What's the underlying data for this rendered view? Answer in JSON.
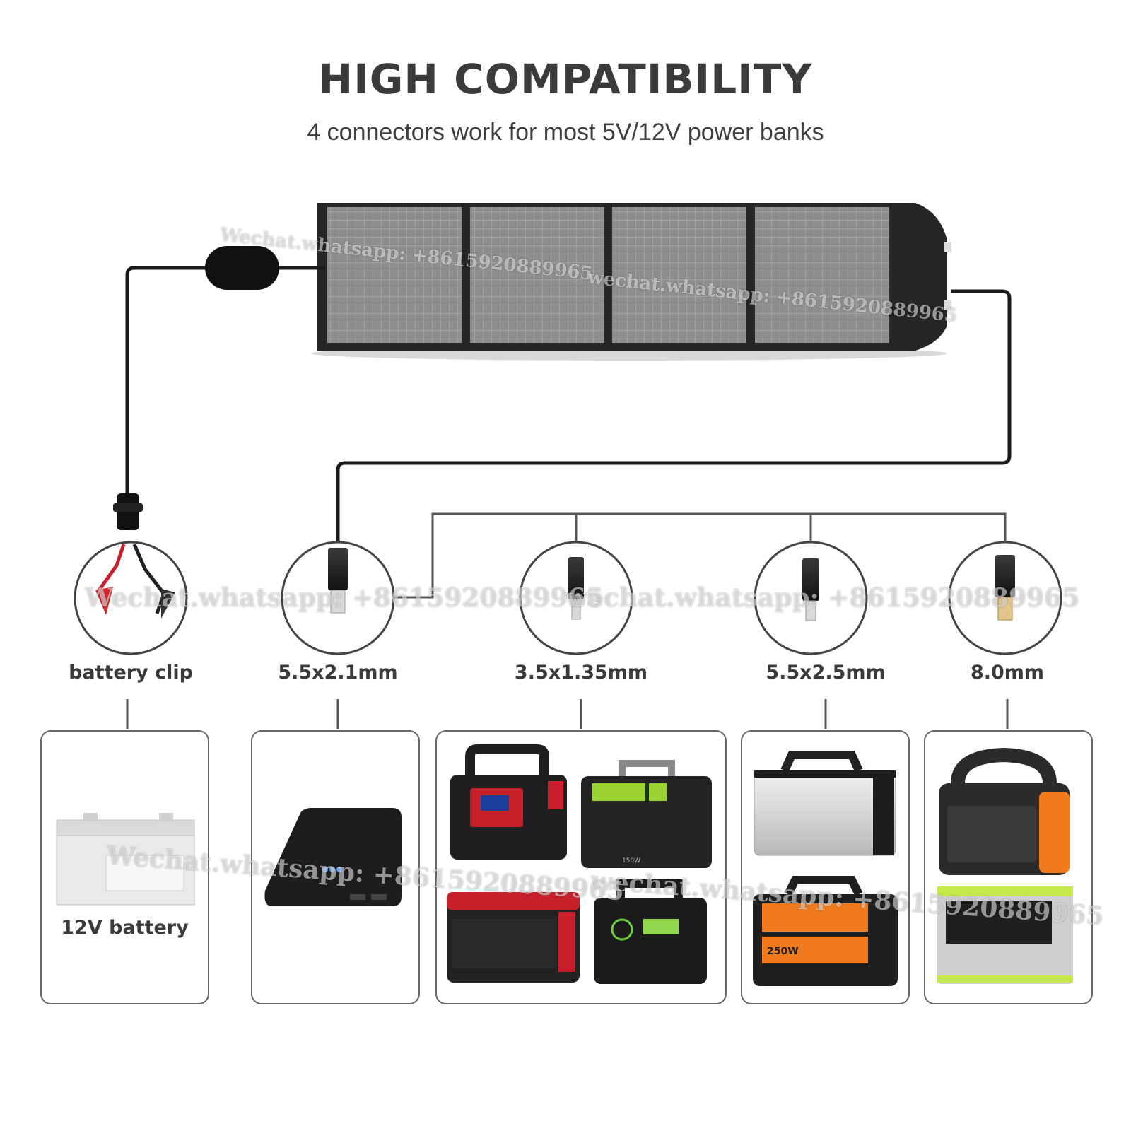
{
  "heading": {
    "title": "HIGH COMPATIBILITY",
    "subtitle": "4 connectors work for most 5V/12V power banks"
  },
  "connectors": [
    {
      "label": "battery clip"
    },
    {
      "label": "5.5x2.1mm"
    },
    {
      "label": "3.5x1.35mm"
    },
    {
      "label": "5.5x2.5mm"
    },
    {
      "label": "8.0mm"
    }
  ],
  "devices": {
    "battery_label": "12V battery",
    "power_station_badges": [
      "150W",
      "250W"
    ]
  },
  "watermarks": [
    "Wechat.whatsapp: +8615920889965",
    "wechat.whatsapp: +8615920889965"
  ],
  "colors": {
    "text": "#3a3a3a",
    "line": "#555555",
    "cable": "#1a1a1a",
    "panel": "#2b2b2b",
    "cell": "#9a9a9a",
    "accent_red": "#c8202a",
    "accent_orange": "#f07a1c",
    "accent_green": "#9bd233"
  }
}
